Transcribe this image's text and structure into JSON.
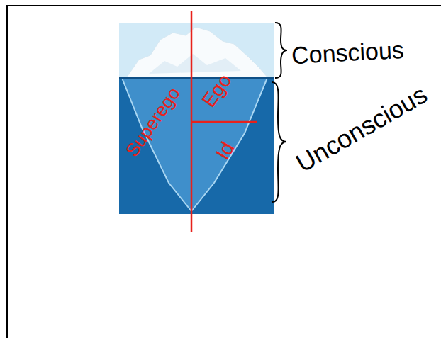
{
  "diagram": {
    "labels": [
      "Conscious",
      "Superego",
      "Ego",
      "Id",
      "Unconscious"
    ]
  }
}
